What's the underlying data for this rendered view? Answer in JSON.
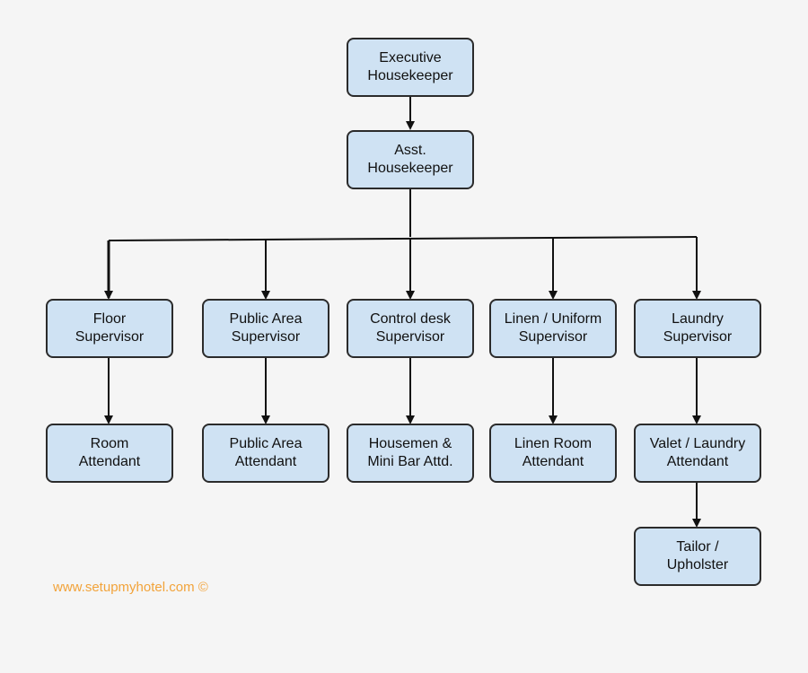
{
  "colors": {
    "background": "#f5f5f5",
    "node_fill": "#cfe2f3",
    "border": "#2b2b2b",
    "footer_text": "#f2a33a"
  },
  "nodes": {
    "executive": [
      "Executive",
      "Housekeeper"
    ],
    "asst": [
      "Asst.",
      "Housekeeper"
    ],
    "floor_sup": [
      "Floor",
      "Supervisor"
    ],
    "public_sup": [
      "Public Area",
      "Supervisor"
    ],
    "control_sup": [
      "Control desk",
      "Supervisor"
    ],
    "linen_sup": [
      "Linen / Uniform",
      "Supervisor"
    ],
    "laundry_sup": [
      "Laundry",
      "Supervisor"
    ],
    "room_att": [
      "Room",
      "Attendant"
    ],
    "public_att": [
      "Public Area",
      "Attendant"
    ],
    "housemen": [
      "Housemen &",
      "Mini Bar Attd."
    ],
    "linen_att": [
      "Linen Room",
      "Attendant"
    ],
    "valet_att": [
      "Valet / Laundry",
      "Attendant"
    ],
    "tailor": [
      "Tailor /",
      "Upholster"
    ]
  },
  "footer": "www.setupmyhotel.com ©"
}
